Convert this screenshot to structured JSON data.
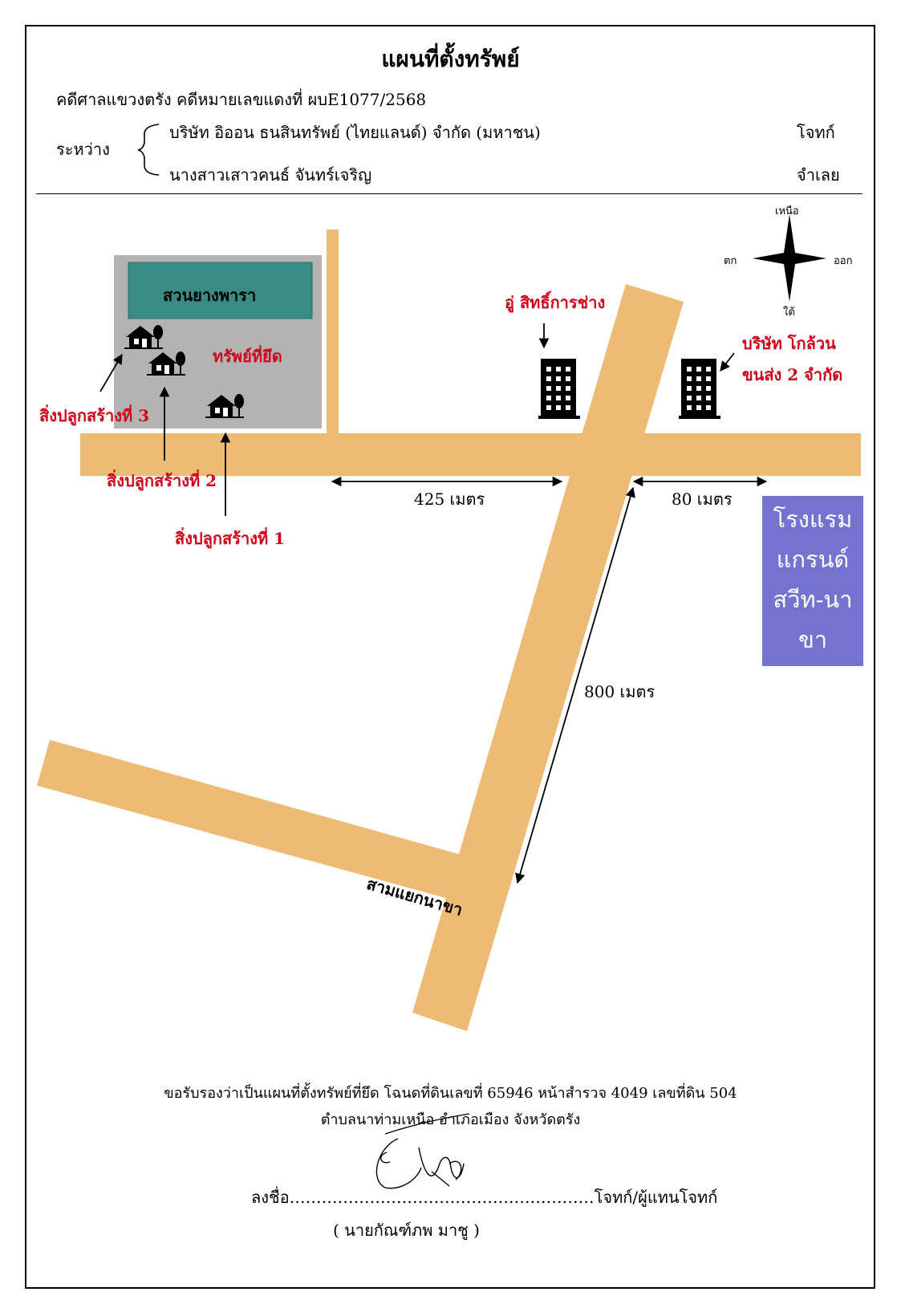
{
  "document": {
    "title": "แผนที่ตั้งทรัพย์",
    "case_line": "คดีศาลแขวงตรัง คดีหมายเลขแดงที่   ผบE1077/2568",
    "between_label": "ระหว่าง",
    "plaintiff_name": "บริษัท อิออน ธนสินทรัพย์ (ไทยแลนด์) จำกัด (มหาชน)",
    "plaintiff_role": "โจทก์",
    "defendant_name": "นางสาวเสาวคนธ์ จันทร์เจริญ",
    "defendant_role": "จำเลย"
  },
  "compass": {
    "north": "เหนือ",
    "south": "ใต้",
    "east": "ออก",
    "west": "ตก"
  },
  "map": {
    "rubber_garden": "สวนยางพารา",
    "seized_property": "ทรัพย์ที่ยึด",
    "building_1": "สิ่งปลูกสร้างที่ 1",
    "building_2": "สิ่งปลูกสร้างที่ 2",
    "building_3": "สิ่งปลูกสร้างที่ 3",
    "garage": "อู่ สิทธิ์การช่าง",
    "transport_line1": "บริษัท โกล้วน",
    "transport_line2": "ขนส่ง 2 จำกัด",
    "hotel_lines": [
      "โรงแรม",
      "แกรนด์",
      "สวีท-นา",
      "ขา"
    ],
    "dist_425": "425 เมตร",
    "dist_80": "80 เมตร",
    "dist_800": "800 เมตร",
    "junction": "สามแยกนาขา"
  },
  "colors": {
    "road": "#EDBB74",
    "plot": "#B3B3B3",
    "garden": "#3A8A86",
    "hotel": "#7474D0",
    "label_red": "#D0021B"
  },
  "footer": {
    "cert_line1": "ขอรับรองว่าเป็นแผนที่ตั้งทรัพย์ที่ยึด โฉนดที่ดินเลขที่ 65946 หน้าสำรวจ 4049 เลขที่ดิน 504",
    "cert_line2": "ตำบลนาท่ามเหนือ อำเภอเมือง จังหวัดตรัง",
    "sign_label": "ลงชื่อ",
    "sign_dots": "…………………………………………………",
    "sign_role": "โจทก์/ผู้แทนโจทก์",
    "signer_name": "( นายกัณฑ์ภพ  มาชู )"
  }
}
